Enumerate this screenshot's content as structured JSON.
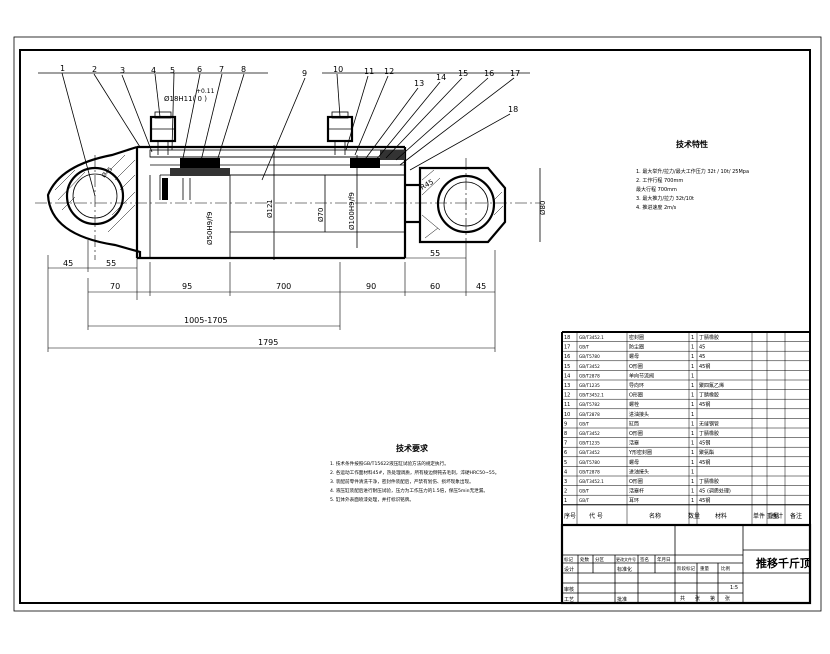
{
  "part_balloons": [
    "1",
    "2",
    "3",
    "4",
    "5",
    "6",
    "7",
    "8",
    "9",
    "10",
    "11",
    "12",
    "13",
    "14",
    "15",
    "16",
    "17",
    "18"
  ],
  "dimensions": {
    "left_segments": [
      "45",
      "55"
    ],
    "lower_segments": [
      "70",
      "95",
      "700",
      "90",
      "60",
      "45"
    ],
    "right_top": "55",
    "stroke_range": "1005-1705",
    "overall": "1795",
    "fits": [
      "Ø18H11( 0 )",
      "+0.11",
      "Ø50H9/f9",
      "Ø121",
      "Ø70",
      "Ø100H9/f9",
      "Ø80",
      "R45",
      "Ø45"
    ]
  },
  "tech_params": {
    "title": "技术特性",
    "lines": [
      "1. 最大举升/拉力/最大工作压力    32t / 10t/ 25Mpa",
      "2. 工作行程                              700mm",
      "   最大行程                              700mm",
      "3. 最大推力/拉力                         32t/10t",
      "4. 推进速度                              2m/s"
    ]
  },
  "tech_requirements": {
    "title": "技术要求",
    "lines": [
      "1. 技术条件按照GB/T15622液压缸试验方法的规定执行。",
      "2. 各运动工作面材料45#，热处理调质，所有棱边倒钝去毛刺，淬硬HRC50~55。",
      "3. 装配前零件清洗干净，密封件装配后，严禁有划伤、损坏现象出现。",
      "4. 液压缸装配后进行耐压试验，压力为工作压力的1.5倍，保压5min无泄漏。",
      "5. 缸体外表面喷漆处理，并打标识铭牌。"
    ]
  },
  "parts_table": {
    "rows": [
      [
        "18",
        "GB/T3452.1",
        "密封圈",
        "1",
        "丁腈橡胶"
      ],
      [
        "17",
        "GB/T",
        "防尘圈",
        "1",
        "45"
      ],
      [
        "16",
        "GB/T5780",
        "螺母",
        "1",
        "45"
      ],
      [
        "15",
        "GB/T3452",
        "O形圈",
        "1",
        "45钢"
      ],
      [
        "14",
        "GB/T2878",
        "单向节流阀",
        "1",
        ""
      ],
      [
        "13",
        "GB/T1235",
        "导向环",
        "1",
        "聚四氟乙烯"
      ],
      [
        "12",
        "GB/T3452.1",
        "O形圈",
        "1",
        "丁腈橡胶"
      ],
      [
        "11",
        "GB/T5782",
        "螺栓",
        "1",
        "45钢"
      ],
      [
        "10",
        "GB/T2878",
        "进油接头",
        "1",
        ""
      ],
      [
        "9",
        "GB/T",
        "缸筒",
        "1",
        "无缝钢管"
      ],
      [
        "8",
        "GB/T3452",
        "O形圈",
        "1",
        "丁腈橡胶"
      ],
      [
        "7",
        "GB/T1235",
        "活塞",
        "1",
        "45钢"
      ],
      [
        "6",
        "GB/T3452",
        "Y形密封圈",
        "1",
        "聚氨酯"
      ],
      [
        "5",
        "GB/T5780",
        "螺母",
        "1",
        "45钢"
      ],
      [
        "4",
        "GB/T2878",
        "进油接头",
        "1",
        ""
      ],
      [
        "3",
        "GB/T3452.1",
        "O形圈",
        "1",
        "丁腈橡胶"
      ],
      [
        "2",
        "GB/T",
        "活塞杆",
        "1",
        "45 (调质处理)"
      ],
      [
        "1",
        "GB/T",
        "耳环",
        "1",
        "45钢"
      ]
    ],
    "header": [
      "序号",
      "代 号",
      "名称",
      "数量",
      "材料",
      "单件\n重量",
      "总计",
      "备注"
    ]
  },
  "title_block": {
    "drawing_name": "推移千斤顶",
    "labels": [
      "标记",
      "处数",
      "分区",
      "更改文件号",
      "签名",
      "年月日"
    ],
    "row_labels": [
      "设计",
      "审核",
      "工艺"
    ],
    "stage_labels": [
      "阶段标记",
      "重量",
      "比例"
    ],
    "scale": "1:5",
    "sheet_labels": [
      "共",
      "张",
      "第",
      "张"
    ],
    "std_label": "标准化",
    "approve_label": "批准"
  }
}
